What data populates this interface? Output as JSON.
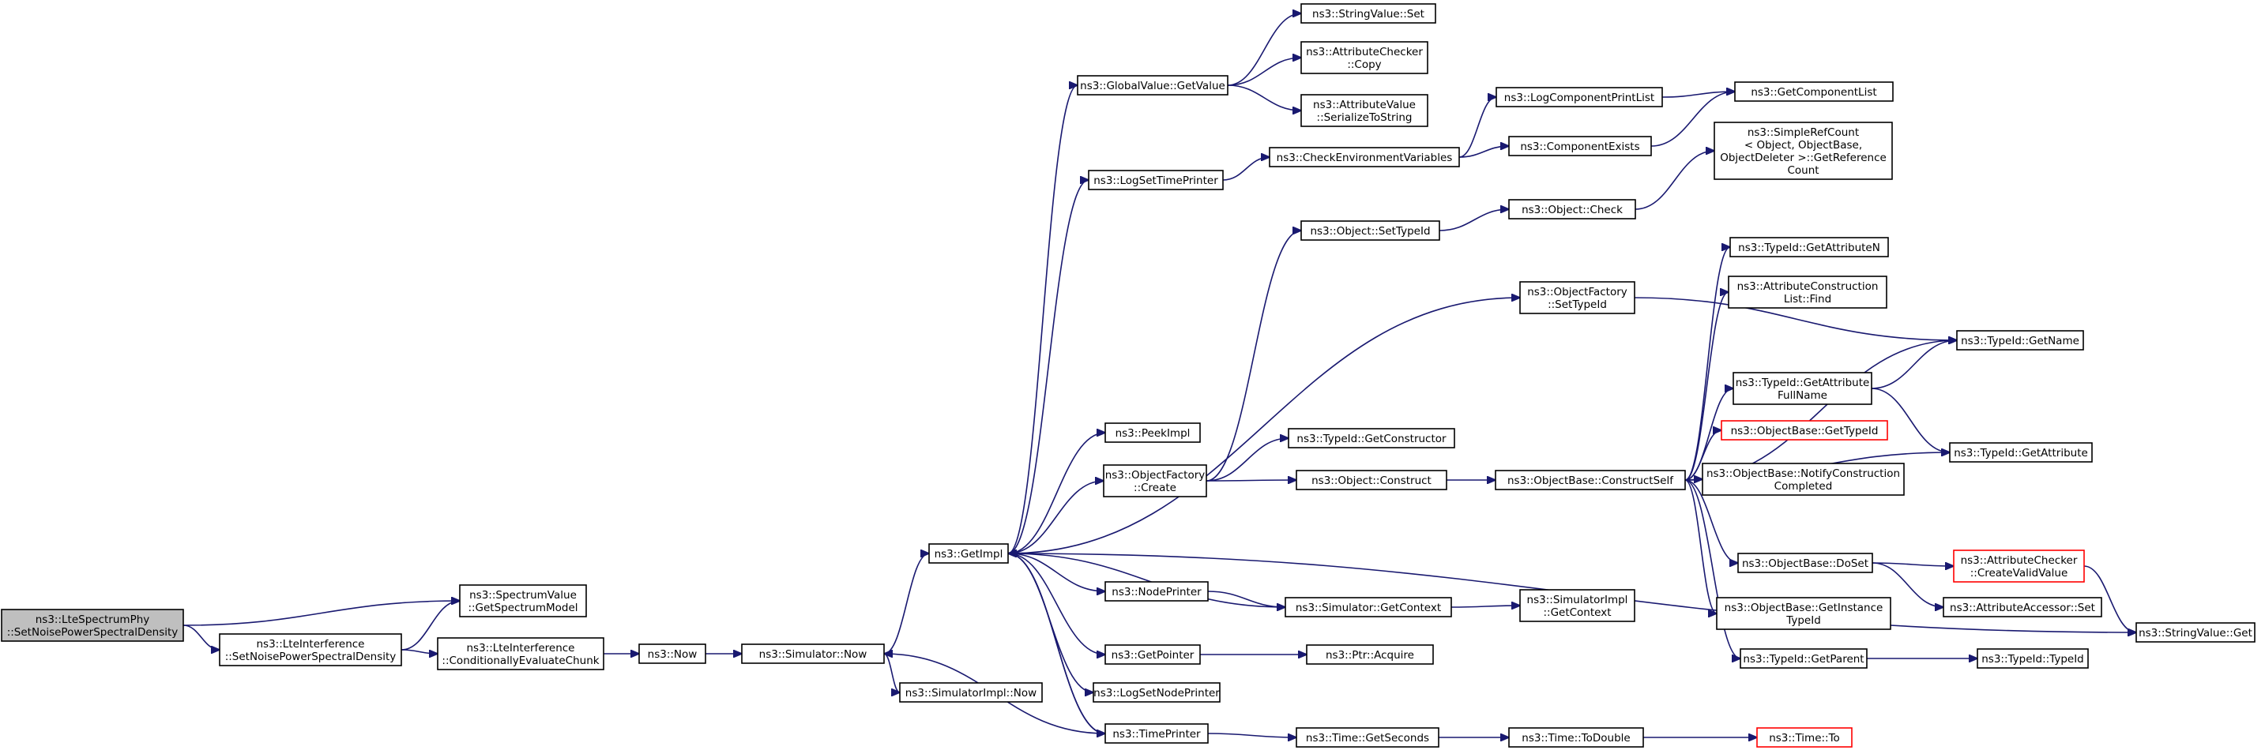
{
  "diagram": {
    "kind": "call-graph",
    "colors": {
      "edge": "#191970",
      "node_border": "#000000",
      "root_fill": "#bfbfbf",
      "truncated_border": "#ff0000"
    },
    "nodes": [
      {
        "id": "root",
        "lines": [
          "ns3::LteSpectrumPhy",
          "::SetNoisePowerSpectralDensity"
        ],
        "style": "root"
      },
      {
        "id": "svgsm",
        "lines": [
          "ns3::SpectrumValue",
          "::GetSpectrumModel"
        ],
        "style": "normal"
      },
      {
        "id": "lteSet",
        "lines": [
          "ns3::LteInterference",
          "::SetNoisePowerSpectralDensity"
        ],
        "style": "normal"
      },
      {
        "id": "lteCond",
        "lines": [
          "ns3::LteInterference",
          "::ConditionallyEvaluateChunk"
        ],
        "style": "normal"
      },
      {
        "id": "now",
        "lines": [
          "ns3::Now"
        ],
        "style": "normal"
      },
      {
        "id": "simNow",
        "lines": [
          "ns3::Simulator::Now"
        ],
        "style": "normal"
      },
      {
        "id": "simImplNow",
        "lines": [
          "ns3::SimulatorImpl::Now"
        ],
        "style": "normal"
      },
      {
        "id": "getImpl",
        "lines": [
          "ns3::GetImpl"
        ],
        "style": "normal"
      },
      {
        "id": "gvGet",
        "lines": [
          "ns3::GlobalValue::GetValue"
        ],
        "style": "normal"
      },
      {
        "id": "logTP",
        "lines": [
          "ns3::LogSetTimePrinter"
        ],
        "style": "normal"
      },
      {
        "id": "peekImpl",
        "lines": [
          "ns3::PeekImpl"
        ],
        "style": "normal"
      },
      {
        "id": "ofCreate",
        "lines": [
          "ns3::ObjectFactory",
          "::Create"
        ],
        "style": "normal"
      },
      {
        "id": "nodePrinter",
        "lines": [
          "ns3::NodePrinter"
        ],
        "style": "normal"
      },
      {
        "id": "getPointer",
        "lines": [
          "ns3::GetPointer"
        ],
        "style": "normal"
      },
      {
        "id": "logNP",
        "lines": [
          "ns3::LogSetNodePrinter"
        ],
        "style": "normal"
      },
      {
        "id": "timePrinter",
        "lines": [
          "ns3::TimePrinter"
        ],
        "style": "normal"
      },
      {
        "id": "strSet",
        "lines": [
          "ns3::StringValue::Set"
        ],
        "style": "normal"
      },
      {
        "id": "acCopy",
        "lines": [
          "ns3::AttributeChecker",
          "::Copy"
        ],
        "style": "normal"
      },
      {
        "id": "avSer",
        "lines": [
          "ns3::AttributeValue",
          "::SerializeToString"
        ],
        "style": "normal"
      },
      {
        "id": "checkEnv",
        "lines": [
          "ns3::CheckEnvironmentVariables"
        ],
        "style": "normal"
      },
      {
        "id": "objSetTid",
        "lines": [
          "ns3::Object::SetTypeId"
        ],
        "style": "normal"
      },
      {
        "id": "tidGetCtor",
        "lines": [
          "ns3::TypeId::GetConstructor"
        ],
        "style": "normal"
      },
      {
        "id": "objConstruct",
        "lines": [
          "ns3::Object::Construct"
        ],
        "style": "normal"
      },
      {
        "id": "simGetCtx",
        "lines": [
          "ns3::Simulator::GetContext"
        ],
        "style": "normal"
      },
      {
        "id": "ptrAcquire",
        "lines": [
          "ns3::Ptr::Acquire"
        ],
        "style": "normal"
      },
      {
        "id": "timeGetSec",
        "lines": [
          "ns3::Time::GetSeconds"
        ],
        "style": "normal"
      },
      {
        "id": "logCPL",
        "lines": [
          "ns3::LogComponentPrintList"
        ],
        "style": "normal"
      },
      {
        "id": "compExists",
        "lines": [
          "ns3::ComponentExists"
        ],
        "style": "normal"
      },
      {
        "id": "objCheck",
        "lines": [
          "ns3::Object::Check"
        ],
        "style": "normal"
      },
      {
        "id": "ofSetTid",
        "lines": [
          "ns3::ObjectFactory",
          "::SetTypeId"
        ],
        "style": "normal"
      },
      {
        "id": "obConstructSelf",
        "lines": [
          "ns3::ObjectBase::ConstructSelf"
        ],
        "style": "normal"
      },
      {
        "id": "simImplGetCtx",
        "lines": [
          "ns3::SimulatorImpl",
          "::GetContext"
        ],
        "style": "normal"
      },
      {
        "id": "timeToDouble",
        "lines": [
          "ns3::Time::ToDouble"
        ],
        "style": "normal"
      },
      {
        "id": "getCompList",
        "lines": [
          "ns3::GetComponentList"
        ],
        "style": "normal"
      },
      {
        "id": "srcGetRef",
        "lines": [
          "ns3::SimpleRefCount",
          "< Object, ObjectBase,",
          "ObjectDeleter >::GetReference",
          "Count"
        ],
        "style": "normal"
      },
      {
        "id": "tidGetAttrN",
        "lines": [
          "ns3::TypeId::GetAttributeN"
        ],
        "style": "normal"
      },
      {
        "id": "aclFind",
        "lines": [
          "ns3::AttributeConstruction",
          "List::Find"
        ],
        "style": "normal"
      },
      {
        "id": "tidGetAttrFull",
        "lines": [
          "ns3::TypeId::GetAttribute",
          "FullName"
        ],
        "style": "normal"
      },
      {
        "id": "obGetTid",
        "lines": [
          "ns3::ObjectBase::GetTypeId"
        ],
        "style": "trunc"
      },
      {
        "id": "obNotify",
        "lines": [
          "ns3::ObjectBase::NotifyConstruction",
          "Completed"
        ],
        "style": "normal"
      },
      {
        "id": "obDoSet",
        "lines": [
          "ns3::ObjectBase::DoSet"
        ],
        "style": "normal"
      },
      {
        "id": "obGetInstTid",
        "lines": [
          "ns3::ObjectBase::GetInstance",
          "TypeId"
        ],
        "style": "normal"
      },
      {
        "id": "tidGetParent",
        "lines": [
          "ns3::TypeId::GetParent"
        ],
        "style": "normal"
      },
      {
        "id": "timeTo",
        "lines": [
          "ns3::Time::To"
        ],
        "style": "trunc"
      },
      {
        "id": "tidGetName",
        "lines": [
          "ns3::TypeId::GetName"
        ],
        "style": "normal"
      },
      {
        "id": "tidGetAttr",
        "lines": [
          "ns3::TypeId::GetAttribute"
        ],
        "style": "normal"
      },
      {
        "id": "acCreateValid",
        "lines": [
          "ns3::AttributeChecker",
          "::CreateValidValue"
        ],
        "style": "trunc"
      },
      {
        "id": "aaSet",
        "lines": [
          "ns3::AttributeAccessor::Set"
        ],
        "style": "normal"
      },
      {
        "id": "tidTypeId",
        "lines": [
          "ns3::TypeId::TypeId"
        ],
        "style": "normal"
      },
      {
        "id": "strGet",
        "lines": [
          "ns3::StringValue::Get"
        ],
        "style": "normal"
      }
    ]
  }
}
